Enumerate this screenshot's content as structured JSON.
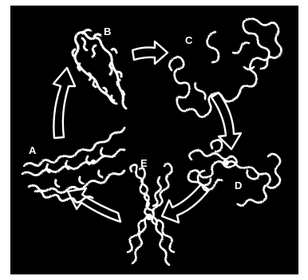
{
  "stages": [
    {
      "id": "A",
      "label": "A"
    },
    {
      "id": "B",
      "label": "B"
    },
    {
      "id": "C",
      "label": "C"
    },
    {
      "id": "D",
      "label": "D"
    },
    {
      "id": "E",
      "label": "E"
    }
  ],
  "colors": {
    "background": "#000000",
    "stroke": "#ffffff",
    "centromere": "#ffffff"
  }
}
